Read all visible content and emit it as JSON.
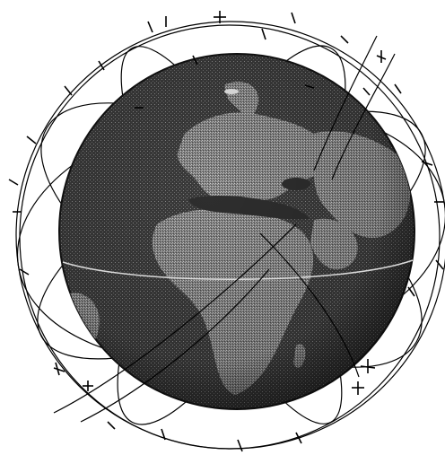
{
  "figure": {
    "subject": "globe-with-satellite-orbits",
    "colors": {
      "background": "#ffffff",
      "globe_dark": "#2a2a2a",
      "land": "#9a9a9a",
      "orbit_line": "#000000",
      "equator_line": "#d9d9d9"
    },
    "orbital_planes_visible": 6,
    "satellite_markers_visible": 36
  }
}
